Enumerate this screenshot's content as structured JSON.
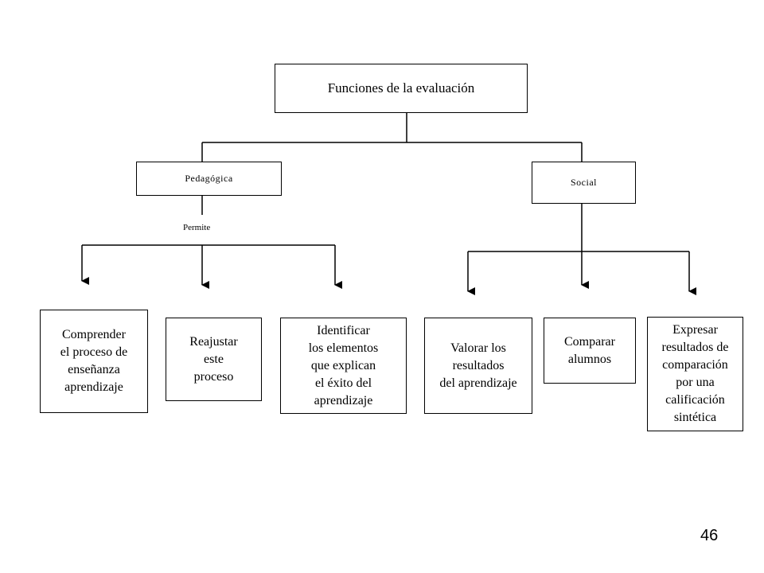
{
  "root": "Funciones de la evaluación",
  "branches": {
    "left": "Pedagógica",
    "right": "Social"
  },
  "connector_label": "Permite",
  "leaves": [
    "Comprender\nel proceso de\nenseñanza\naprendizaje",
    "Reajustar\neste\nproceso",
    "Identificar\nlos elementos\nque explican\nel éxito del\naprendizaje",
    "Valorar los\nresultados\ndel aprendizaje",
    "Comparar\nalumnos",
    "Expresar\nresultados de\ncomparación\npor una\ncalificación\nsintética"
  ],
  "page_number": "46"
}
